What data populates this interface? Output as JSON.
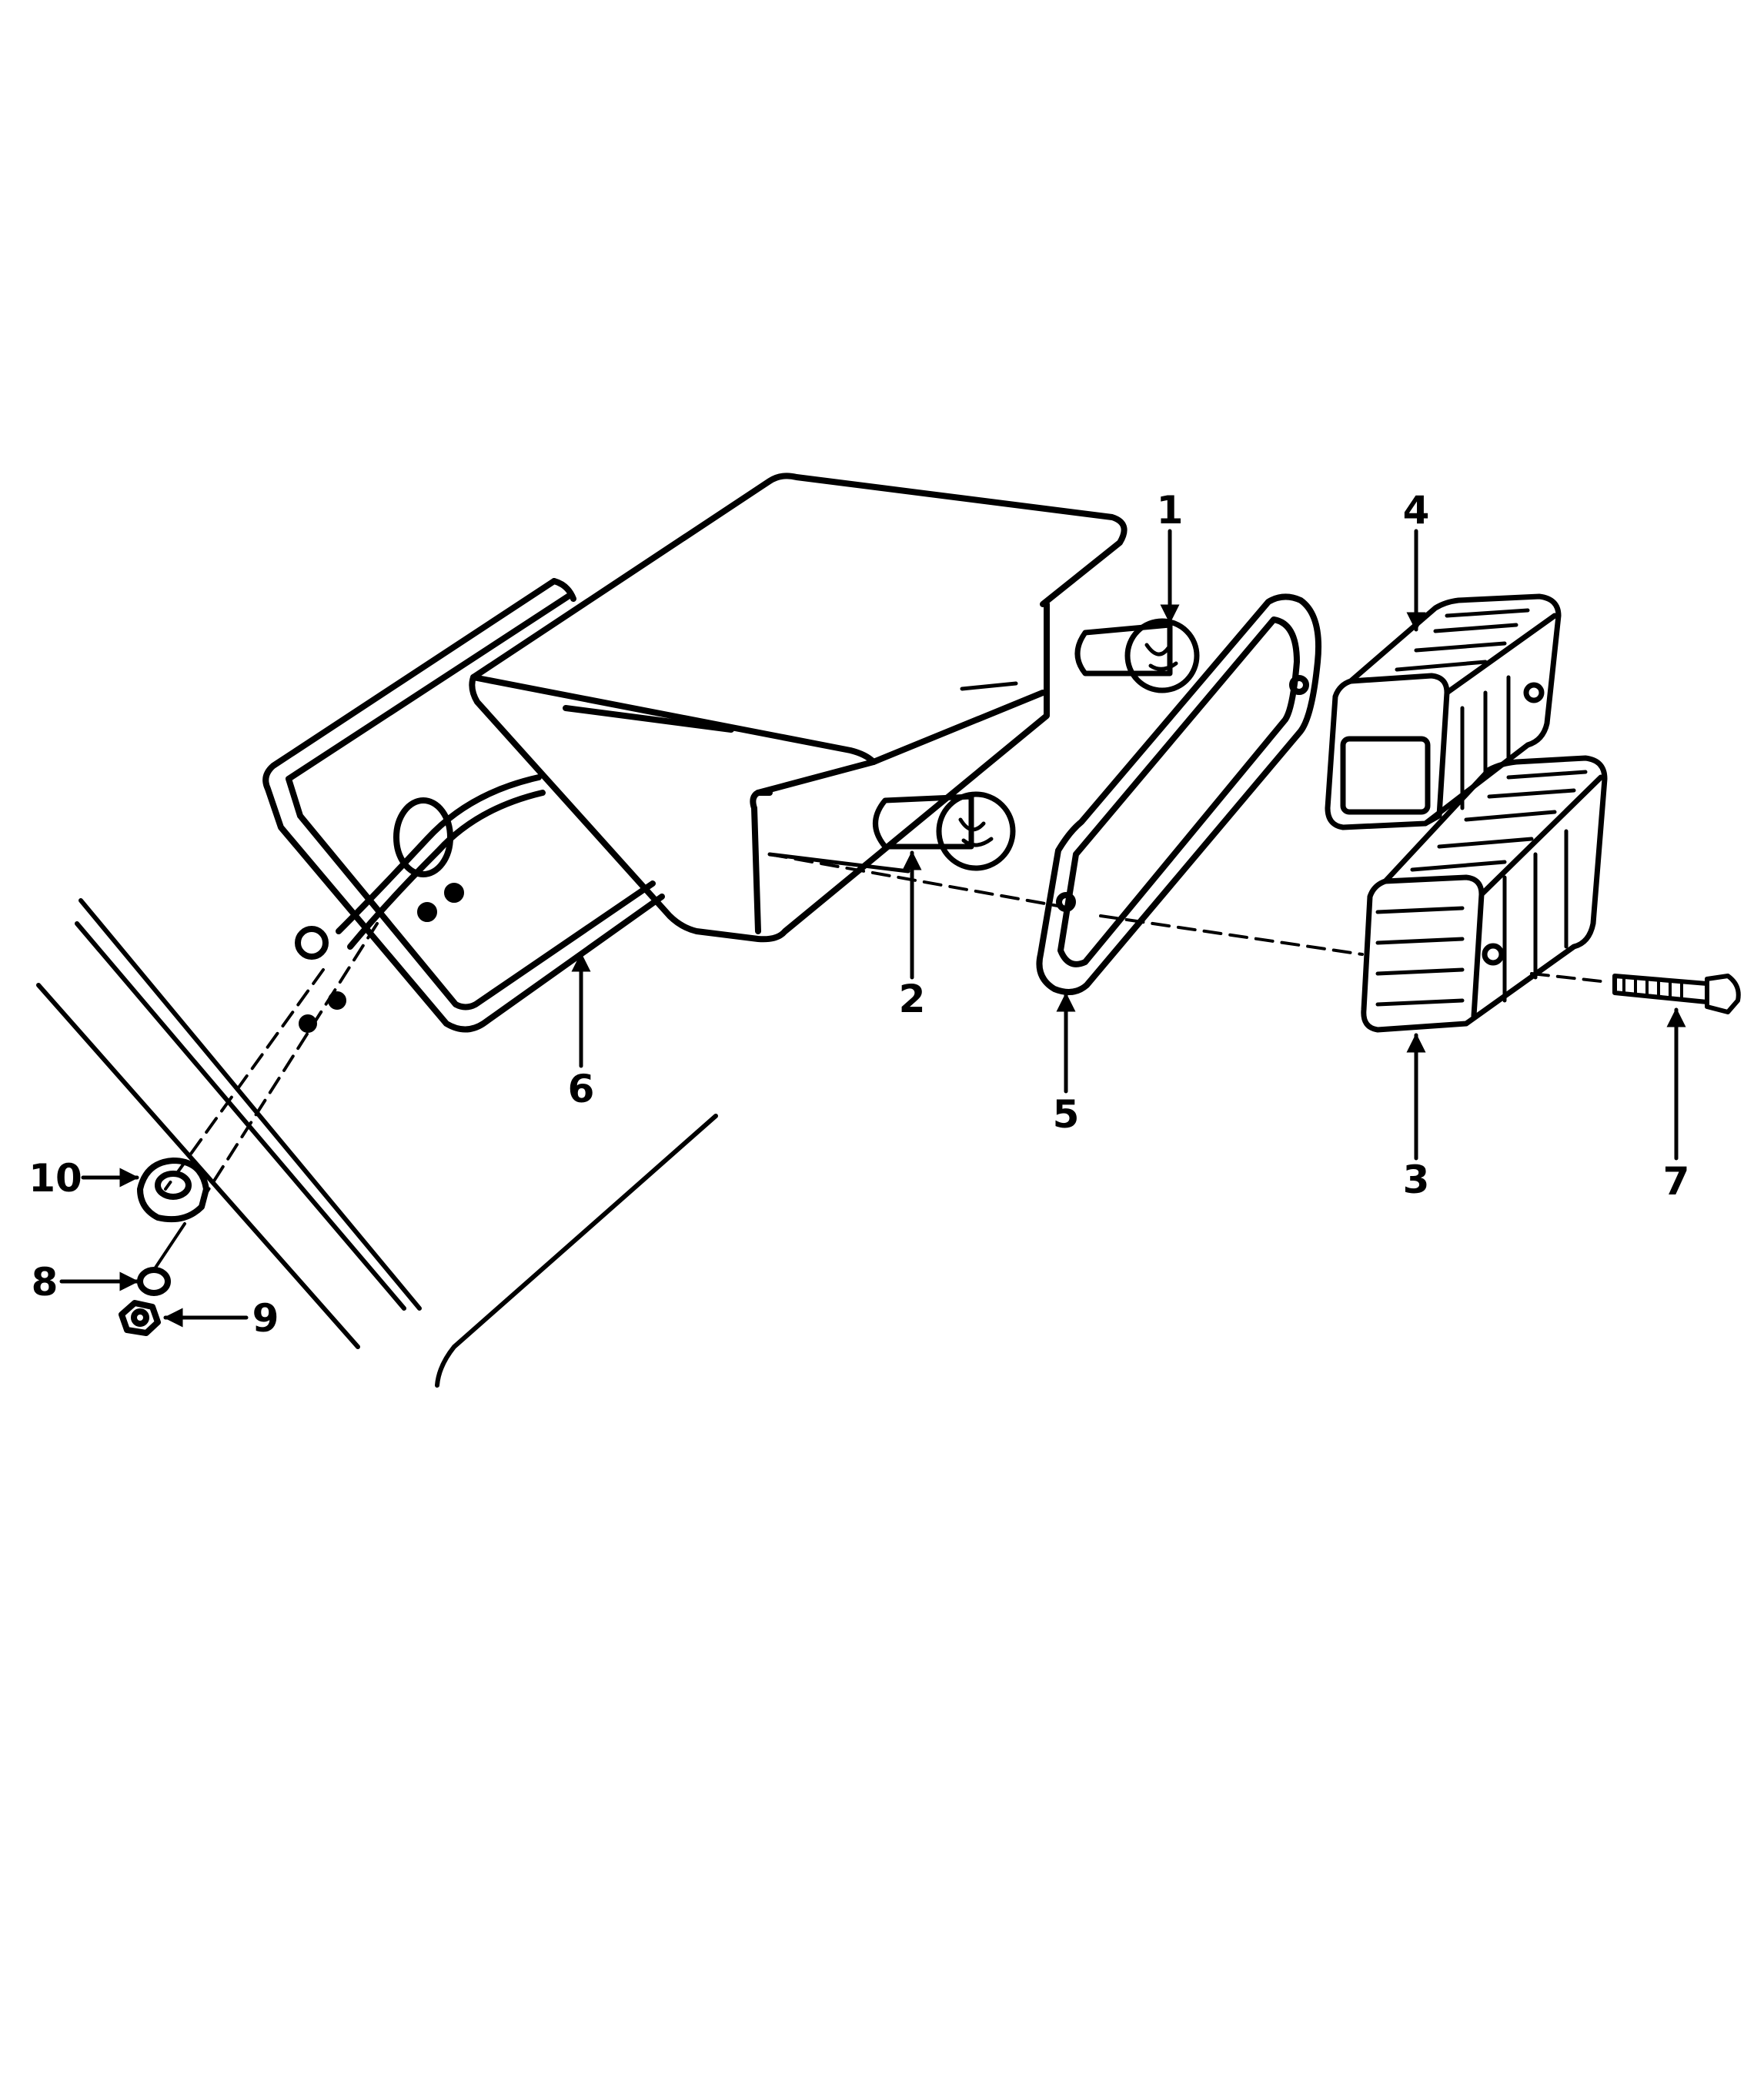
{
  "diagram": {
    "callouts": [
      {
        "id": "1",
        "label": "1"
      },
      {
        "id": "2",
        "label": "2"
      },
      {
        "id": "3",
        "label": "3"
      },
      {
        "id": "4",
        "label": "4"
      },
      {
        "id": "5",
        "label": "5"
      },
      {
        "id": "6",
        "label": "6"
      },
      {
        "id": "7",
        "label": "7"
      },
      {
        "id": "8",
        "label": "8"
      },
      {
        "id": "9",
        "label": "9"
      },
      {
        "id": "10",
        "label": "10"
      }
    ],
    "parts": [
      {
        "id": "1",
        "name": "upper-bulb-icon"
      },
      {
        "id": "2",
        "name": "lower-bulb-icon"
      },
      {
        "id": "3",
        "name": "lower-lens-icon"
      },
      {
        "id": "4",
        "name": "upper-lens-icon"
      },
      {
        "id": "5",
        "name": "lens-gasket-icon"
      },
      {
        "id": "6",
        "name": "lamp-housing-icon"
      },
      {
        "id": "7",
        "name": "lens-screw-icon"
      },
      {
        "id": "8",
        "name": "lock-washer-icon"
      },
      {
        "id": "9",
        "name": "hex-nut-icon"
      },
      {
        "id": "10",
        "name": "grommet-icon"
      }
    ],
    "colors": {
      "ink": "#000000",
      "paper": "#ffffff"
    }
  }
}
